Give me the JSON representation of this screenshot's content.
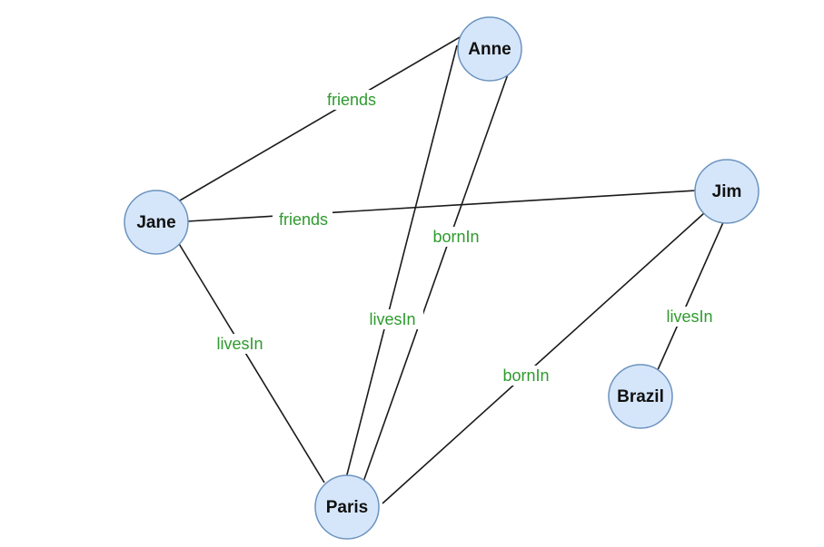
{
  "nodes": {
    "anne": "Anne",
    "jane": "Jane",
    "jim": "Jim",
    "paris": "Paris",
    "brazil": "Brazil"
  },
  "edges": [
    {
      "from": "jane",
      "to": "anne",
      "label": "friends"
    },
    {
      "from": "jane",
      "to": "jim",
      "label": "friends"
    },
    {
      "from": "jane",
      "to": "paris",
      "label": "livesIn"
    },
    {
      "from": "anne",
      "to": "paris",
      "label": "livesIn"
    },
    {
      "from": "anne",
      "to": "paris",
      "label": "bornIn"
    },
    {
      "from": "jim",
      "to": "paris",
      "label": "bornIn"
    },
    {
      "from": "jim",
      "to": "brazil",
      "label": "livesIn"
    }
  ],
  "colors": {
    "node_fill": "#d6e6fa",
    "node_stroke": "#6b93bf",
    "edge": "#1a1a1a",
    "edge_label": "#2e9a2e"
  }
}
